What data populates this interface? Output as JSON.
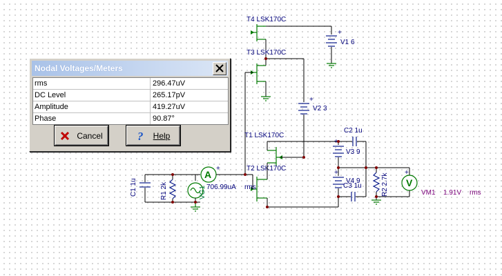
{
  "dialog": {
    "title": "Nodal Voltages/Meters",
    "close_icon": "close-icon",
    "rows": [
      {
        "label": "rms",
        "value": "296.47uV"
      },
      {
        "label": "DC Level",
        "value": "265.17pV"
      },
      {
        "label": "Amplitude",
        "value": "419.27uV"
      },
      {
        "label": "Phase",
        "value": "90.87°"
      }
    ],
    "cancel_label": "Cancel",
    "help_label": "Help",
    "cancel_icon": "red-x-icon",
    "help_icon": "question-mark-icon"
  },
  "schematic": {
    "t4_label": "T4 LSK170C",
    "t3_label": "T3 LSK170C",
    "t1_label": "T1 LSK170C",
    "t2_label": "T2 LSK170C",
    "v1_label": "V1 6",
    "v2_label": "V2 3",
    "v3_label": "V3 9",
    "v4_label": "V4 9",
    "c1_label": "C1 1u",
    "c2_label": "C2 1u",
    "c3_label": "C3 1u",
    "r1_label": "R1 2k",
    "r2_label": "R2 2.7k",
    "vg_label": "VG1",
    "ammeter_value": "706.99uA",
    "ammeter_unit": "rms",
    "ammeter_letter": "A",
    "voltmeter_letter": "V",
    "vm_label": "VM1",
    "vm_value": "1.91V",
    "vm_unit": "rms",
    "plus": "+"
  },
  "colors": {
    "wire": "#000000",
    "component_green": "#007a00",
    "label_blue": "#00007a",
    "dialog_bg": "#d4d0c8",
    "title_gradient_start": "#a9c2e8"
  }
}
